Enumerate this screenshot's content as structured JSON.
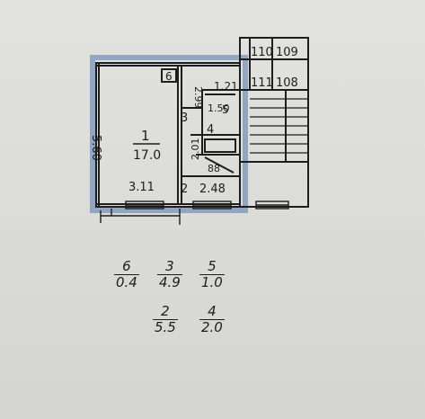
{
  "plan": {
    "rooms": [
      {
        "id": "1",
        "area": "17.0",
        "height": "5.60",
        "width": "3.11"
      },
      {
        "id": "2",
        "area": "2.48",
        "width": "2.01"
      },
      {
        "id": "3"
      },
      {
        "id": "4"
      },
      {
        "id": "5"
      },
      {
        "id": "6"
      }
    ],
    "dims": {
      "corridor_len": "2.99",
      "bath_w": "1.21",
      "small_dim": "1.50",
      "bath_room": "88"
    },
    "stair_numbers": {
      "top_left": "110",
      "top_right": "109",
      "bottom_left": "111",
      "bottom_right": "108"
    }
  },
  "legend": [
    {
      "room": "6",
      "area": "0.4"
    },
    {
      "room": "3",
      "area": "4.9"
    },
    {
      "room": "5",
      "area": "1.0"
    },
    {
      "room": "2",
      "area": "5.5"
    },
    {
      "room": "4",
      "area": "2.0"
    }
  ],
  "colors": {
    "highlight": "#7a93b8",
    "ink": "#1d1d1d"
  }
}
